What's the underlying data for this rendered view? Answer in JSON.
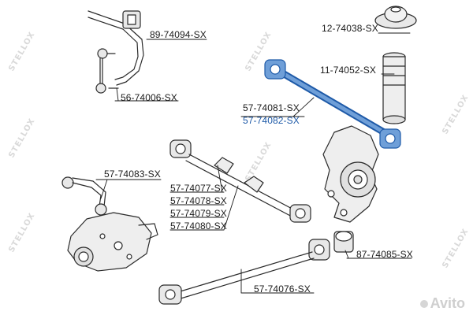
{
  "parts": [
    {
      "id": "p1",
      "code": "89-74094-SX"
    },
    {
      "id": "p2",
      "code": "12-74038-SX"
    },
    {
      "id": "p3",
      "code": "11-74052-SX"
    },
    {
      "id": "p4",
      "code": "56-74006-SX"
    },
    {
      "id": "p5",
      "code": "57-74081-SX"
    },
    {
      "id": "p6",
      "code": "57-74082-SX"
    },
    {
      "id": "p7",
      "code": "57-74083-SX"
    },
    {
      "id": "p8",
      "code": "57-74077-SX"
    },
    {
      "id": "p9",
      "code": "57-74078-SX"
    },
    {
      "id": "p10",
      "code": "57-74079-SX"
    },
    {
      "id": "p11",
      "code": "57-74080-SX"
    },
    {
      "id": "p12",
      "code": "87-74085-SX"
    },
    {
      "id": "p13",
      "code": "57-74076-SX"
    }
  ],
  "watermark": "STELLOX",
  "brand_logo": "Avito",
  "colors": {
    "highlight": "#1e5aa8",
    "line": "#2a2a2a",
    "part_fill": "#e8e8e8"
  }
}
